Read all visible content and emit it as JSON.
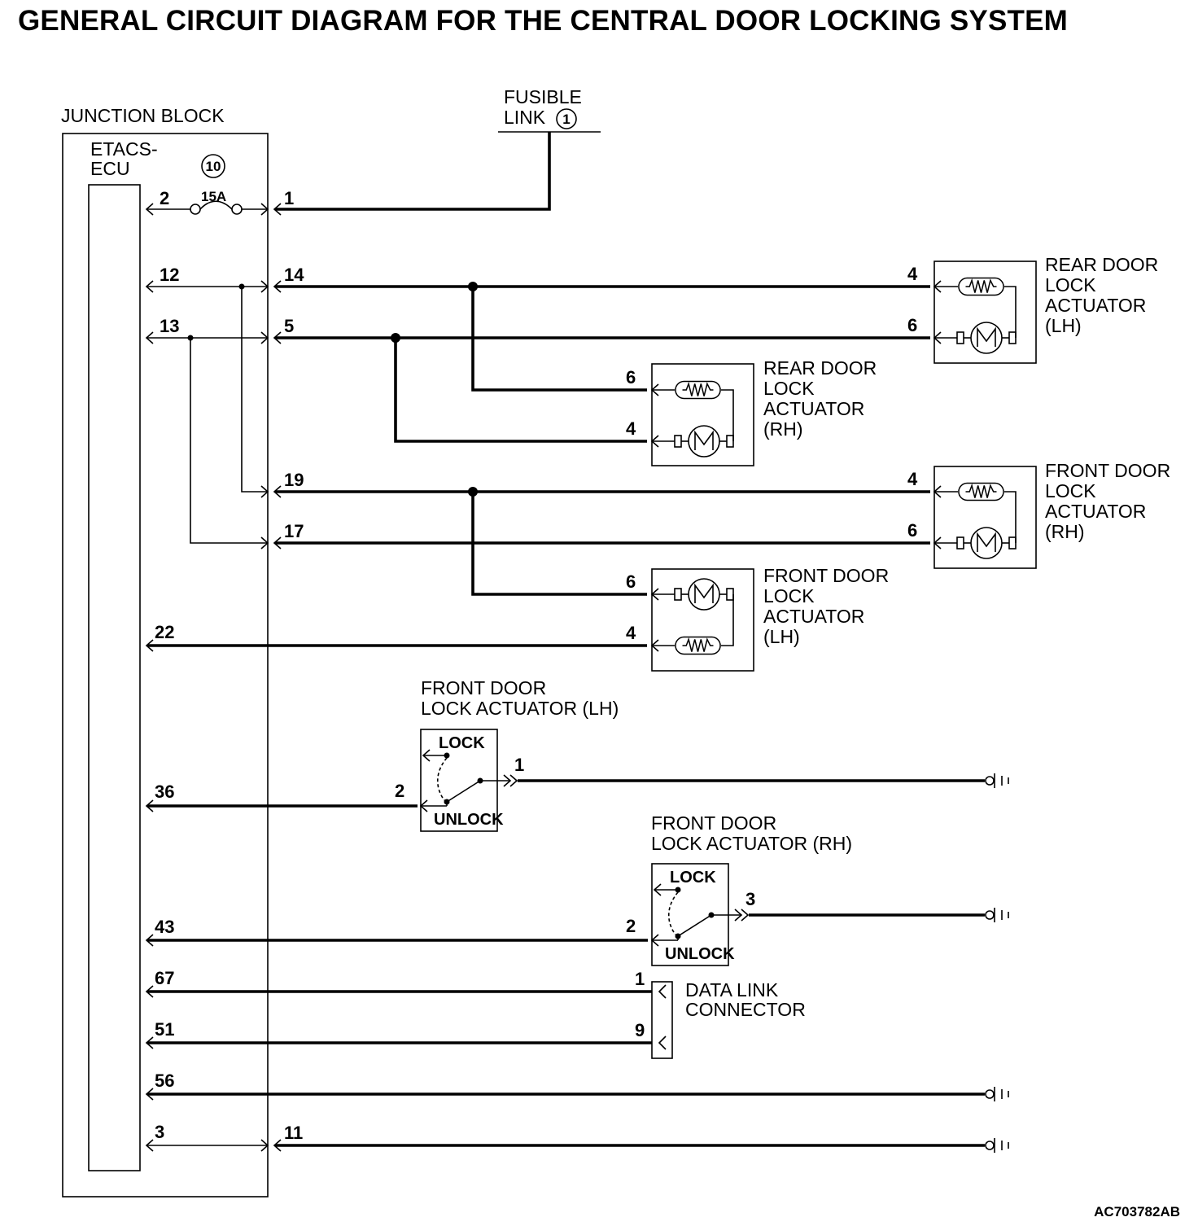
{
  "title": "GENERAL CIRCUIT DIAGRAM FOR THE CENTRAL DOOR LOCKING SYSTEM",
  "reference_code": "AC703782AB",
  "junction_block": {
    "label": "JUNCTION BLOCK",
    "ecu_label_line1": "ETACS-",
    "ecu_label_line2": "ECU",
    "fuse_number": "10",
    "fuse_rating": "15A"
  },
  "fusible_link": {
    "label_line1": "FUSIBLE",
    "label_line2": "LINK",
    "number": "1"
  },
  "pins": {
    "ecu": [
      "2",
      "12",
      "13",
      "22",
      "36",
      "43",
      "67",
      "51",
      "56",
      "3"
    ],
    "jb_out": [
      "1",
      "14",
      "5",
      "19",
      "17",
      "11"
    ]
  },
  "components": {
    "rear_lh": {
      "line1": "REAR DOOR",
      "line2": "LOCK",
      "line3": "ACTUATOR",
      "line4": "(LH)",
      "pin_a": "4",
      "pin_b": "6"
    },
    "rear_rh": {
      "line1": "REAR DOOR",
      "line2": "LOCK",
      "line3": "ACTUATOR",
      "line4": "(RH)",
      "pin_a": "6",
      "pin_b": "4"
    },
    "front_rh": {
      "line1": "FRONT DOOR",
      "line2": "LOCK",
      "line3": "ACTUATOR",
      "line4": "(RH)",
      "pin_a": "4",
      "pin_b": "6"
    },
    "front_lh": {
      "line1": "FRONT DOOR",
      "line2": "LOCK",
      "line3": "ACTUATOR",
      "line4": "(LH)",
      "pin_a": "6",
      "pin_b": "4"
    },
    "switch_lh": {
      "line1": "FRONT DOOR",
      "line2": "LOCK ACTUATOR (LH)",
      "lock": "LOCK",
      "unlock": "UNLOCK",
      "pin_in": "2",
      "pin_out": "1"
    },
    "switch_rh": {
      "line1": "FRONT DOOR",
      "line2": "LOCK ACTUATOR (RH)",
      "lock": "LOCK",
      "unlock": "UNLOCK",
      "pin_in": "2",
      "pin_out": "3"
    },
    "data_link": {
      "line1": "DATA LINK",
      "line2": "CONNECTOR",
      "pin_a": "1",
      "pin_b": "9"
    }
  }
}
